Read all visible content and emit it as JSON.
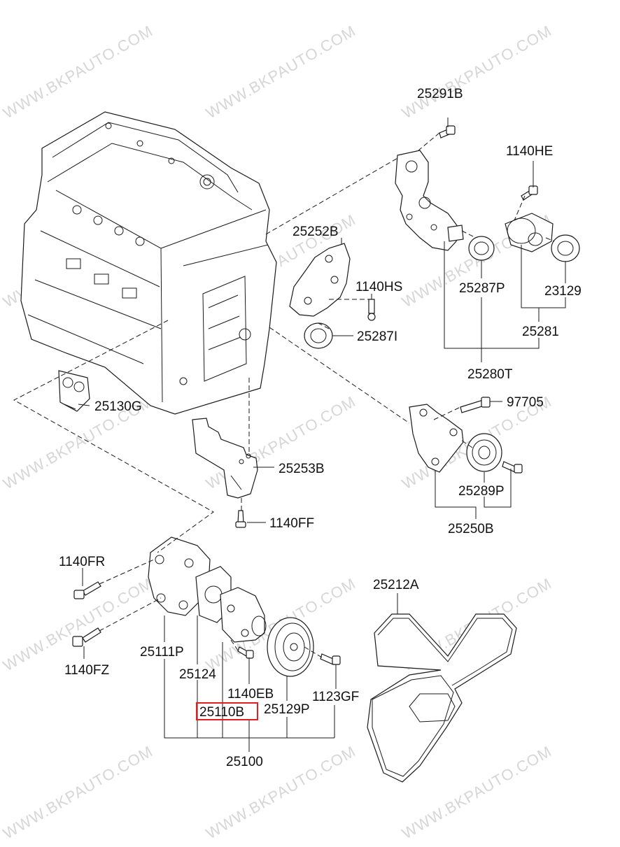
{
  "watermark": "WWW.BKPAUTO.COM",
  "highlight_color": "#e02020",
  "highlighted_part": "25110B",
  "parts": {
    "p25291B": "25291B",
    "p1140HE": "1140HE",
    "p25252B": "25252B",
    "p1140HS": "1140HS",
    "p25287P": "25287P",
    "p23129": "23129",
    "p25287I": "25287I",
    "p25281": "25281",
    "p25280T": "25280T",
    "p25130G": "25130G",
    "p97705": "97705",
    "p25253B": "25253B",
    "p25289P": "25289P",
    "p1140FF": "1140FF",
    "p25250B": "25250B",
    "p1140FR": "1140FR",
    "p25212A": "25212A",
    "p25111P": "25111P",
    "p25124": "25124",
    "p1140FZ": "1140FZ",
    "p1140EB": "1140EB",
    "p1123GF": "1123GF",
    "p25110B": "25110B",
    "p25129P": "25129P",
    "p25100": "25100"
  }
}
